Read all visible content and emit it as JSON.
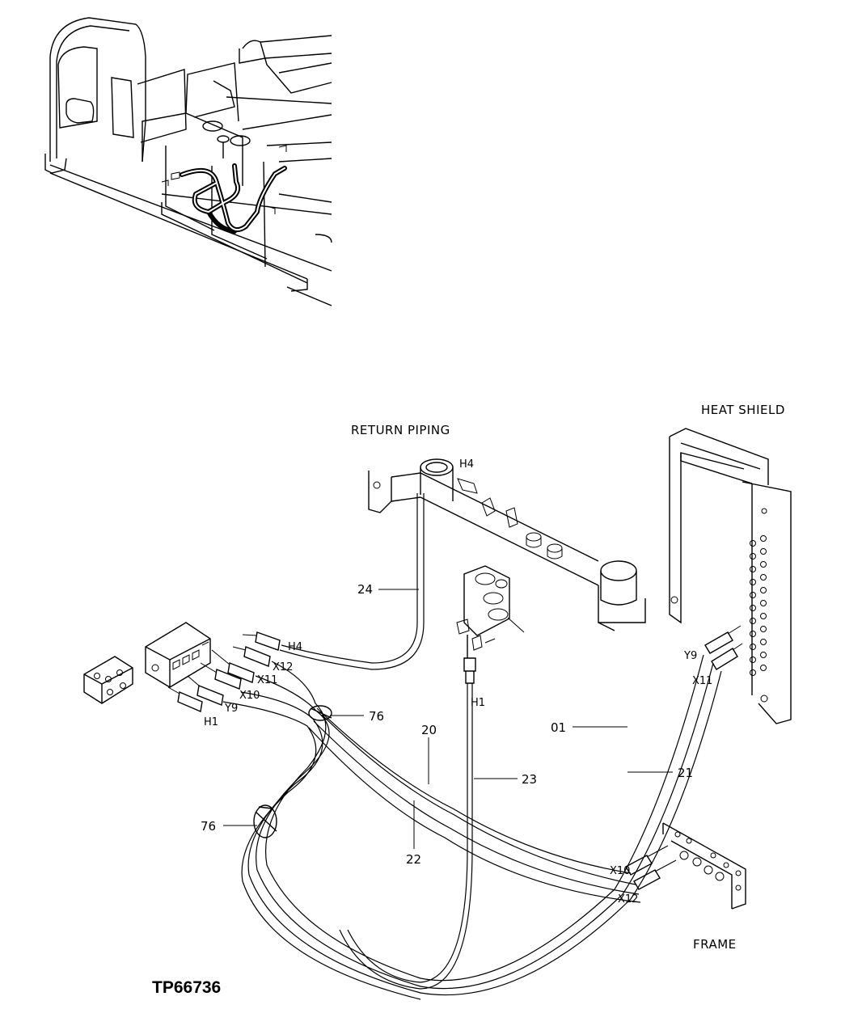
{
  "labels": {
    "return_piping": "RETURN PIPING",
    "heat_shield": "HEAT SHIELD",
    "frame": "FRAME",
    "figure_id": "TP66736"
  },
  "parts": {
    "p24": "24",
    "p20": "20",
    "p22": "22",
    "p23": "23",
    "p01": "01",
    "p21": "21",
    "p76_upper": "76",
    "p76_lower": "76"
  },
  "ports": {
    "h4_top": "H4",
    "h4_left": "H4",
    "x12_left": "X12",
    "x11_left": "X11",
    "x10_left": "X10",
    "y9_left": "Y9",
    "h1_left": "H1",
    "h1_valve": "H1",
    "y9_right": "Y9",
    "x11_right": "X11",
    "x10_right": "X10",
    "x12_right": "X12"
  }
}
